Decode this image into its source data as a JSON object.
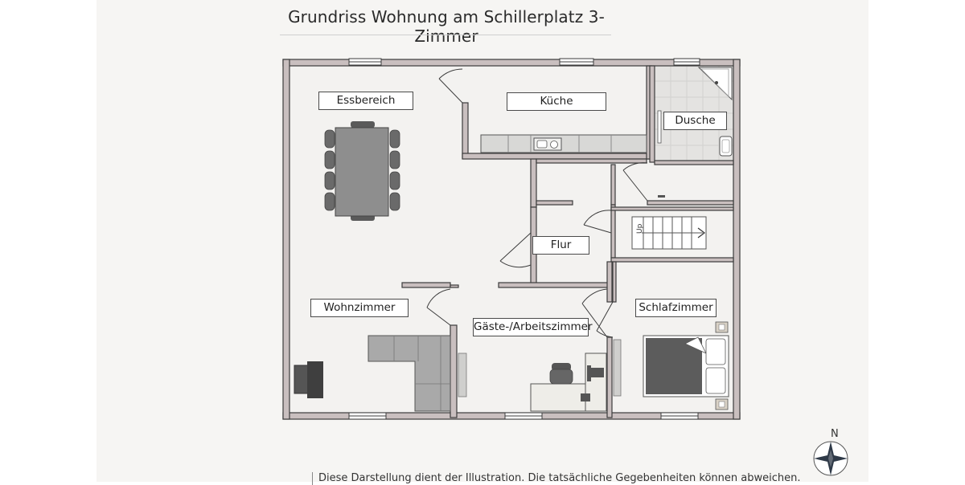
{
  "title": "Grundriss Wohnung am Schillerplatz 3-Zimmer",
  "rooms": {
    "essbereich": "Essbereich",
    "kueche": "Küche",
    "dusche": "Dusche",
    "flur": "Flur",
    "wohnzimmer": "Wohnzimmer",
    "gaeste": "Gäste-/Arbeitszimmer",
    "schlafzimmer": "Schlafzimmer"
  },
  "stairs_label": "Up",
  "compass": {
    "north_label": "N",
    "icon": "compass-rose-icon"
  },
  "disclaimer": "Diese Darstellung dient der Illustration. Die tatsächliche Gegebenheiten können abweichen.",
  "colors": {
    "wall": "#c9bfbf",
    "wall_outline": "#3c3c3c",
    "floor": "#f3f2f0",
    "furniture_dark": "#585858",
    "furniture_mid": "#a9a9a9",
    "tile": "#e4e3e1"
  }
}
